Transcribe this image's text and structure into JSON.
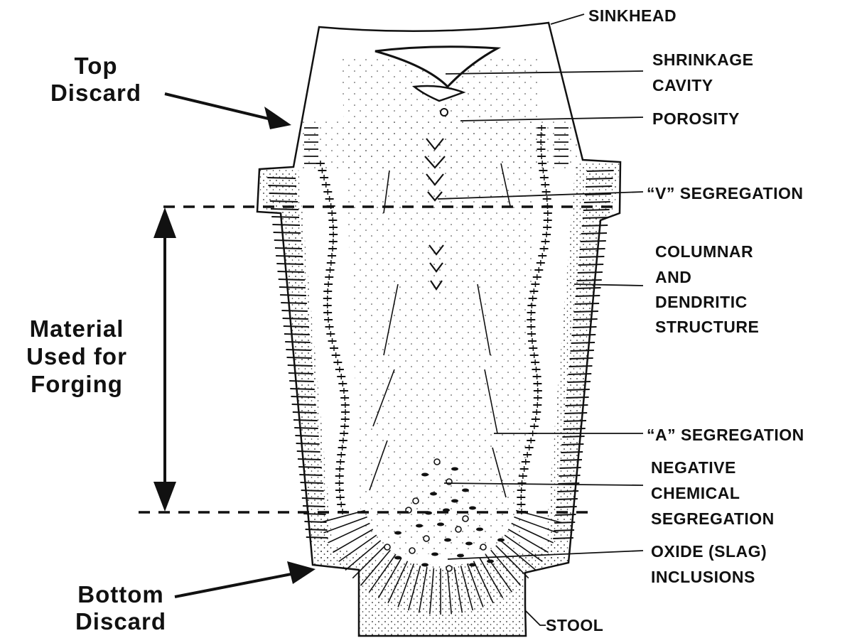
{
  "left_labels": {
    "top_discard": [
      "Top",
      "Discard"
    ],
    "material": [
      "Material",
      "Used for",
      "Forging"
    ],
    "bottom_discard": [
      "Bottom",
      "Discard"
    ]
  },
  "right_labels": {
    "sinkhead": "SINKHEAD",
    "shrinkage": [
      "SHRINKAGE",
      "CAVITY"
    ],
    "porosity": "POROSITY",
    "v_seg": "“V” SEGREGATION",
    "columnar": [
      "COLUMNAR",
      "AND",
      "DENDRITIC",
      "STRUCTURE"
    ],
    "a_seg": "“A” SEGREGATION",
    "negative": [
      "NEGATIVE",
      "CHEMICAL",
      "SEGREGATION"
    ],
    "oxide": [
      "OXIDE (SLAG)",
      "INCLUSIONS"
    ],
    "stool": "STOOL"
  }
}
